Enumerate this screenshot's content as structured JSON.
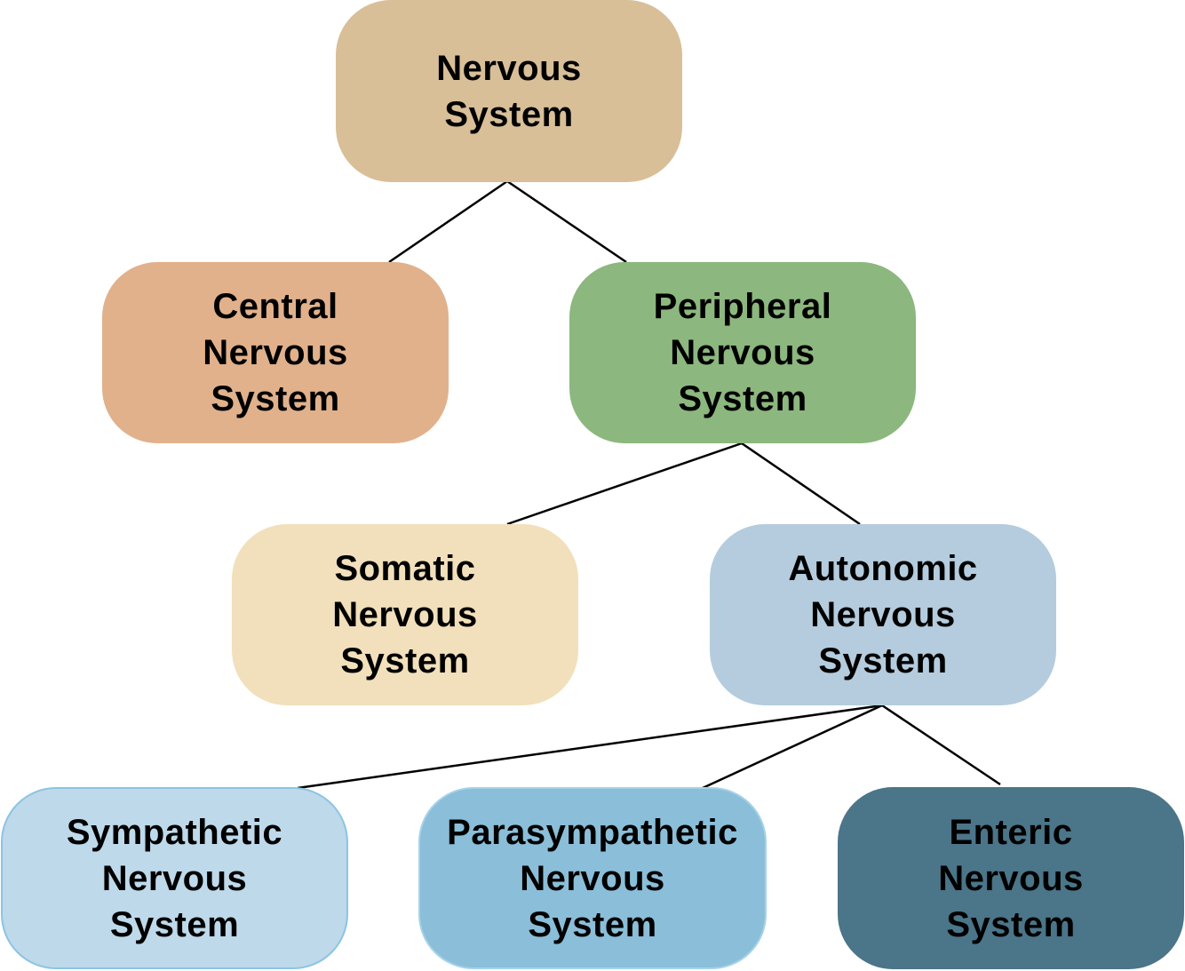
{
  "nodes": {
    "root": {
      "line1": "Nervous",
      "line2": "System",
      "line3": "",
      "color": "#d8bf98",
      "text_color": "#000000"
    },
    "central": {
      "line1": "Central",
      "line2": "Nervous",
      "line3": "System",
      "color": "#e1b18c",
      "text_color": "#000000"
    },
    "periph": {
      "line1": "Peripheral",
      "line2": "Nervous",
      "line3": "System",
      "color": "#8cb77e",
      "text_color": "#000000"
    },
    "somatic": {
      "line1": "Somatic",
      "line2": "Nervous",
      "line3": "System",
      "color": "#f1e0bb",
      "text_color": "#000000"
    },
    "auto": {
      "line1": "Autonomic",
      "line2": "Nervous",
      "line3": "System",
      "color": "#b4ccdd",
      "text_color": "#000000"
    },
    "symp": {
      "line1": "Sympathetic",
      "line2": "Nervous",
      "line3": "System",
      "color": "#bed9ea",
      "text_color": "#000000"
    },
    "para": {
      "line1": "Parasympathetic",
      "line2": "Nervous",
      "line3": "System",
      "color": "#8bbed8",
      "text_color": "#000000"
    },
    "enteric": {
      "line1": "Enteric",
      "line2": "Nervous",
      "line3": "System",
      "color": "#4b7589",
      "text_color": "#000000"
    }
  },
  "edges": [
    [
      "root",
      "central"
    ],
    [
      "root",
      "periph"
    ],
    [
      "periph",
      "somatic"
    ],
    [
      "periph",
      "auto"
    ],
    [
      "auto",
      "symp"
    ],
    [
      "auto",
      "para"
    ],
    [
      "auto",
      "enteric"
    ]
  ]
}
